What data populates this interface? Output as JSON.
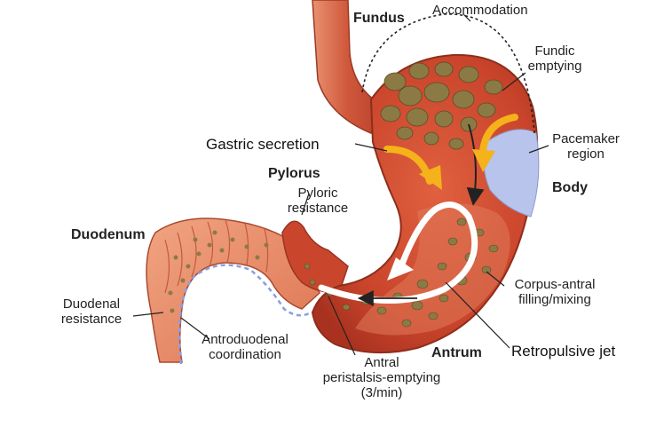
{
  "labels": {
    "fundus": "Fundus",
    "accommodation": "Accommodation",
    "fundic_emptying": [
      "Fundic",
      "emptying"
    ],
    "gastric_secretion": "Gastric secretion",
    "pacemaker_region": [
      "Pacemaker",
      "region"
    ],
    "body": "Body",
    "pylorus": "Pylorus",
    "pyloric_resistance": [
      "Pyloric",
      "resistance"
    ],
    "duodenum": "Duodenum",
    "duodenal_resistance": [
      "Duodenal",
      "resistance"
    ],
    "antroduodenal_coordination": [
      "Antroduodenal",
      "coordination"
    ],
    "antral_peristalsis": [
      "Antral",
      "peristalsis-emptying",
      "(3/min)"
    ],
    "antrum": "Antrum",
    "corpus_antral": [
      "Corpus-antral",
      "filling/mixing"
    ],
    "retropulsive_jet": "Retropulsive jet"
  },
  "colors": {
    "stomach_wall": "#c8452c",
    "stomach_inner": "#d8553a",
    "stomach_light": "#e98a6a",
    "duodenum": "#e9906e",
    "food_particles": "#8a7a45",
    "pacemaker": "#b8c4ec",
    "yellow_arrows": "#f5b21a"
  }
}
